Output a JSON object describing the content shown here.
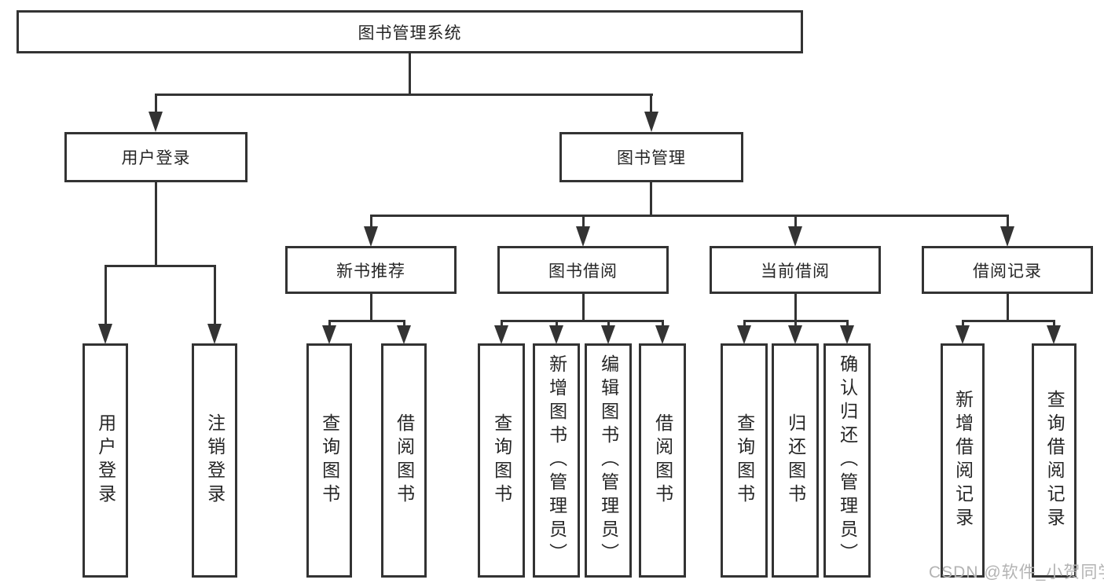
{
  "diagram": {
    "root": {
      "label": "图书管理系统"
    },
    "branches": [
      {
        "label": "用户登录",
        "leaves": [
          "用户登录",
          "注销登录"
        ]
      },
      {
        "label": "图书管理",
        "groups": [
          {
            "label": "新书推荐",
            "leaves": [
              "查询图书",
              "借阅图书"
            ]
          },
          {
            "label": "图书借阅",
            "leaves": [
              "查询图书",
              "新增图书（管理员）",
              "编辑图书（管理员）",
              "借阅图书"
            ]
          },
          {
            "label": "当前借阅",
            "leaves": [
              "查询图书",
              "归还图书",
              "确认归还（管理员）"
            ]
          },
          {
            "label": "借阅记录",
            "leaves": [
              "新增借阅记录",
              "查询借阅记录"
            ]
          }
        ]
      }
    ]
  },
  "watermark": {
    "text": "CSDN @软件_小贺同学"
  },
  "colors": {
    "line": "#333333",
    "text": "#262626",
    "watermark": "#b3b3b3",
    "background": "#ffffff"
  }
}
